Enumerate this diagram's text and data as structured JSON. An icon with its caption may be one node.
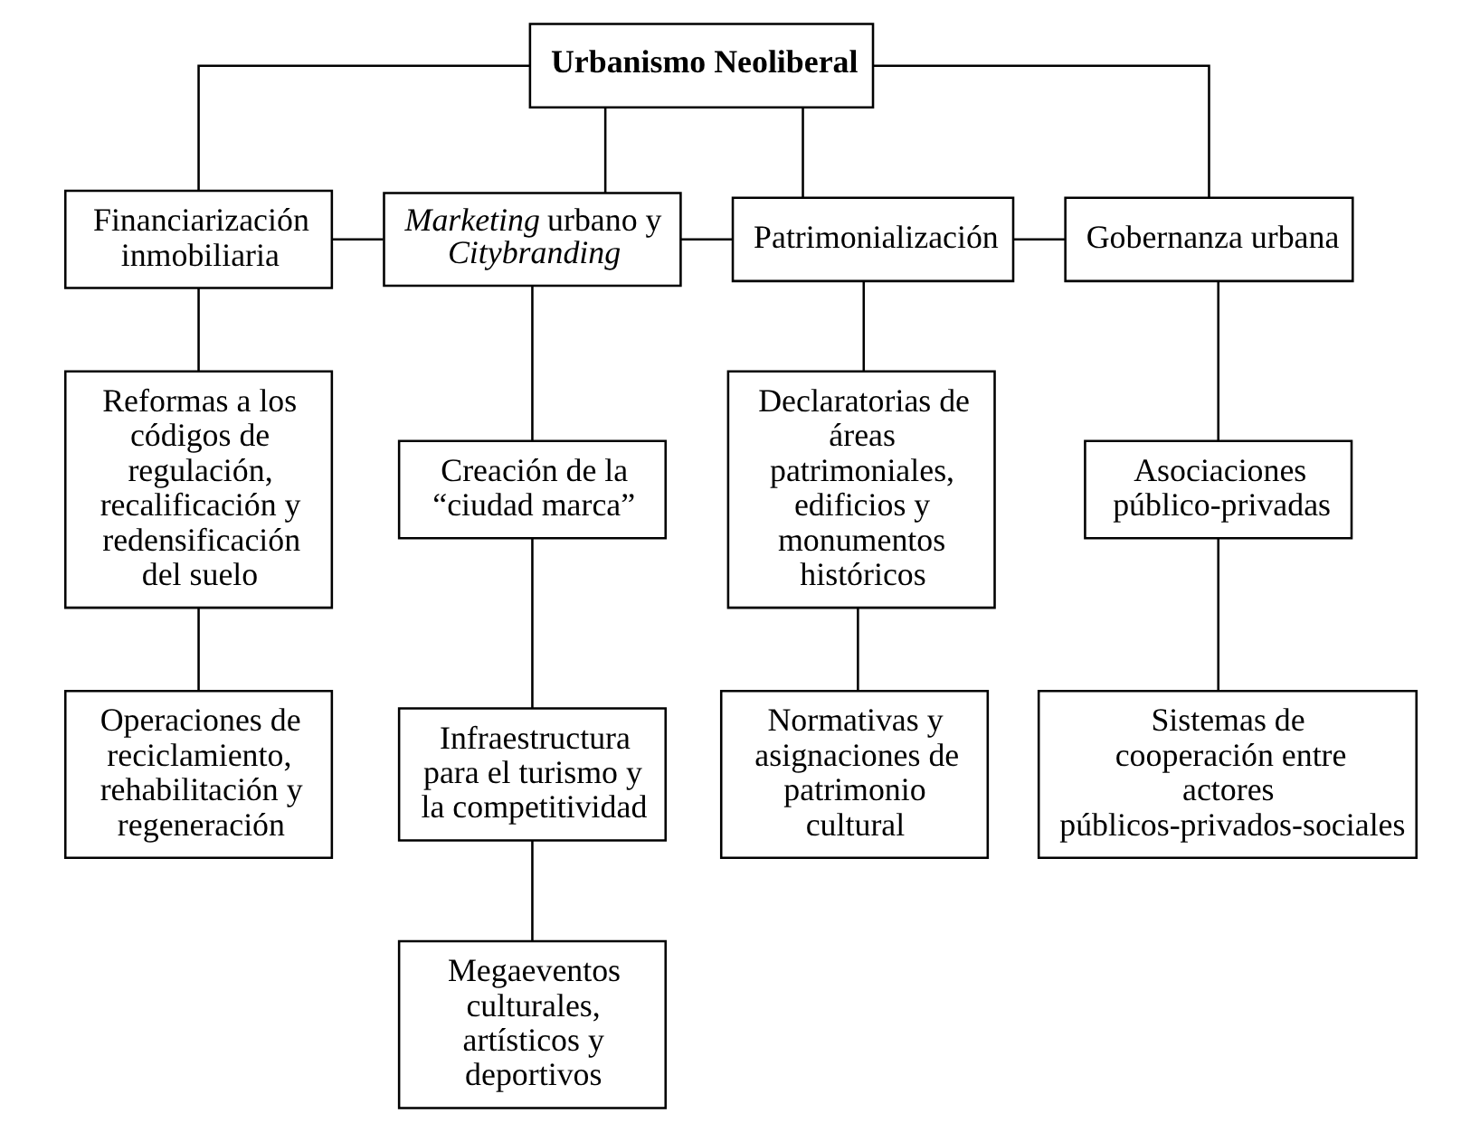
{
  "diagram": {
    "nodes": [
      {
        "text": [
          "Urbanismo Neoliberal"
        ]
      },
      {
        "text": [
          "Financiarización inmobiliaria"
        ]
      },
      {
        "text": [
          "*Marketing* urbano y *Citybranding*"
        ]
      },
      {
        "text": [
          "Patrimonialización"
        ]
      },
      {
        "text": [
          "Gobernanza urbana"
        ]
      },
      {
        "text": [
          "Reformas a los códigos de regulación, recalificación y redensificación del suelo"
        ]
      },
      {
        "text": [
          "Operaciones de reciclamiento, rehabilitación y regeneración"
        ]
      },
      {
        "text": [
          "Creación de la “ciudad marca”"
        ]
      },
      {
        "text": [
          "Infraestructura para el turismo y la competitividad"
        ]
      },
      {
        "text": [
          "Megaeventos culturales, artísticos y deportivos"
        ]
      },
      {
        "text": [
          "Declaratorias de áreas patrimoniales, edificios y monumentos históricos"
        ]
      },
      {
        "text": [
          "Normativas y asignaciones de patrimonio cultural"
        ]
      },
      {
        "text": [
          "Asociaciones público-privadas"
        ]
      },
      {
        "text": [
          "Sistemas de cooperación entre actores públicos-privados-sociales"
        ]
      }
    ],
    "edges": [
      {
        "from": 0,
        "to": 1,
        "arrow": "none"
      },
      {
        "from": 0,
        "to": 2,
        "arrow": "none"
      },
      {
        "from": 0,
        "to": 3,
        "arrow": "none"
      },
      {
        "from": 0,
        "to": 4,
        "arrow": "none"
      },
      {
        "from": 1,
        "to": 2,
        "arrow": "none"
      },
      {
        "from": 2,
        "to": 3,
        "arrow": "none"
      },
      {
        "from": 3,
        "to": 4,
        "arrow": "none"
      },
      {
        "from": 1,
        "to": 5,
        "arrow": "none"
      },
      {
        "from": 5,
        "to": 6,
        "arrow": "none"
      },
      {
        "from": 2,
        "to": 7,
        "arrow": "none"
      },
      {
        "from": 7,
        "to": 8,
        "arrow": "none"
      },
      {
        "from": 8,
        "to": 9,
        "arrow": "none"
      },
      {
        "from": 3,
        "to": 10,
        "arrow": "none"
      },
      {
        "from": 10,
        "to": 11,
        "arrow": "none"
      },
      {
        "from": 4,
        "to": 12,
        "arrow": "none"
      },
      {
        "from": 12,
        "to": 13,
        "arrow": "none"
      }
    ]
  }
}
